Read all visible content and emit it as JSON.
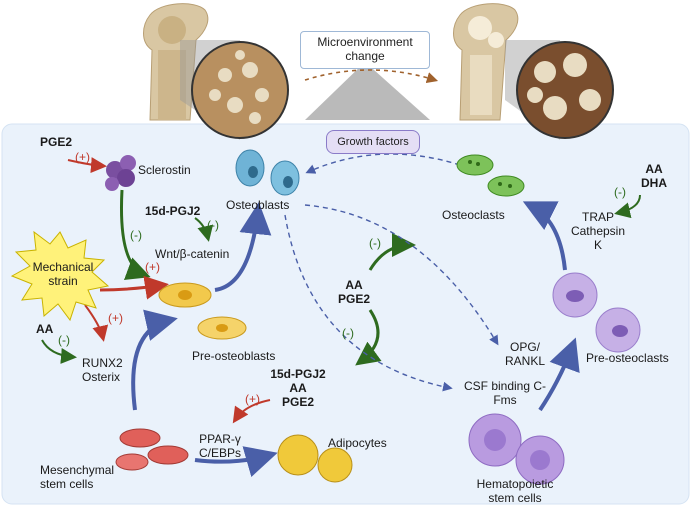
{
  "top": {
    "microenvironment_line1": "Microenvironment",
    "microenvironment_line2": "change",
    "growth_factors": "Growth factors"
  },
  "labels": {
    "pge2_top": "PGE2",
    "plus_pge2": "(+)",
    "sclerostin": "Sclerostin",
    "pgj2_mid": "15d-PGJ2",
    "minus_pgj2": "(-)",
    "minus_scl": "(-)",
    "wnt": "Wnt/β-catenin",
    "osteoblasts": "Osteoblasts",
    "mech_line1": "Mechanical",
    "mech_line2": "strain",
    "plus_mech_wnt": "(+)",
    "plus_mech_runx": "(+)",
    "aa_left": "AA",
    "minus_aa_left": "(-)",
    "runx2": "RUNX2",
    "osterix": "Osterix",
    "pre_osteoblasts": "Pre-osteoblasts",
    "aa_center": "AA",
    "pge2_center": "PGE2",
    "minus_center_up": "(-)",
    "minus_center_down": "(-)",
    "pgj2_lower": "15d-PGJ2",
    "aa_lower": "AA",
    "pge2_lower": "PGE2",
    "plus_lower": "(+)",
    "ppar": "PPAR-γ",
    "cebp": "C/EBPs",
    "adipocytes": "Adipocytes",
    "msc_line1": "Mesenchymal",
    "msc_line2": "stem cells",
    "osteoclasts": "Osteoclasts",
    "aa_right": "AA",
    "dha_right": "DHA",
    "minus_right": "(-)",
    "trap": "TRAP",
    "cathepsin": "Cathepsin",
    "k": "K",
    "opg": "OPG/",
    "rankl": "RANKL",
    "csf_line1": "CSF binding C-",
    "csf_line2": "Fms",
    "pre_osteoclasts": "Pre-osteoclasts",
    "hsc_line1": "Hematopoietic",
    "hsc_line2": "stem cells"
  },
  "colors": {
    "background_panel": "#eaf2fb",
    "green_arrow": "#2e6b1f",
    "red_arrow": "#c0392b",
    "blue_arrow": "#4a5fa8",
    "bone": "#d9c7a3",
    "osteoblast": "#6fb3d6",
    "osteoclast": "#7dc25a",
    "pre_osteoblast": "#f2c94c",
    "adipocyte": "#f0c93a",
    "msc": "#e0605a",
    "hsc": "#b99be0",
    "sclerostin": "#7a4fa0",
    "starburst": "#fff27a"
  }
}
